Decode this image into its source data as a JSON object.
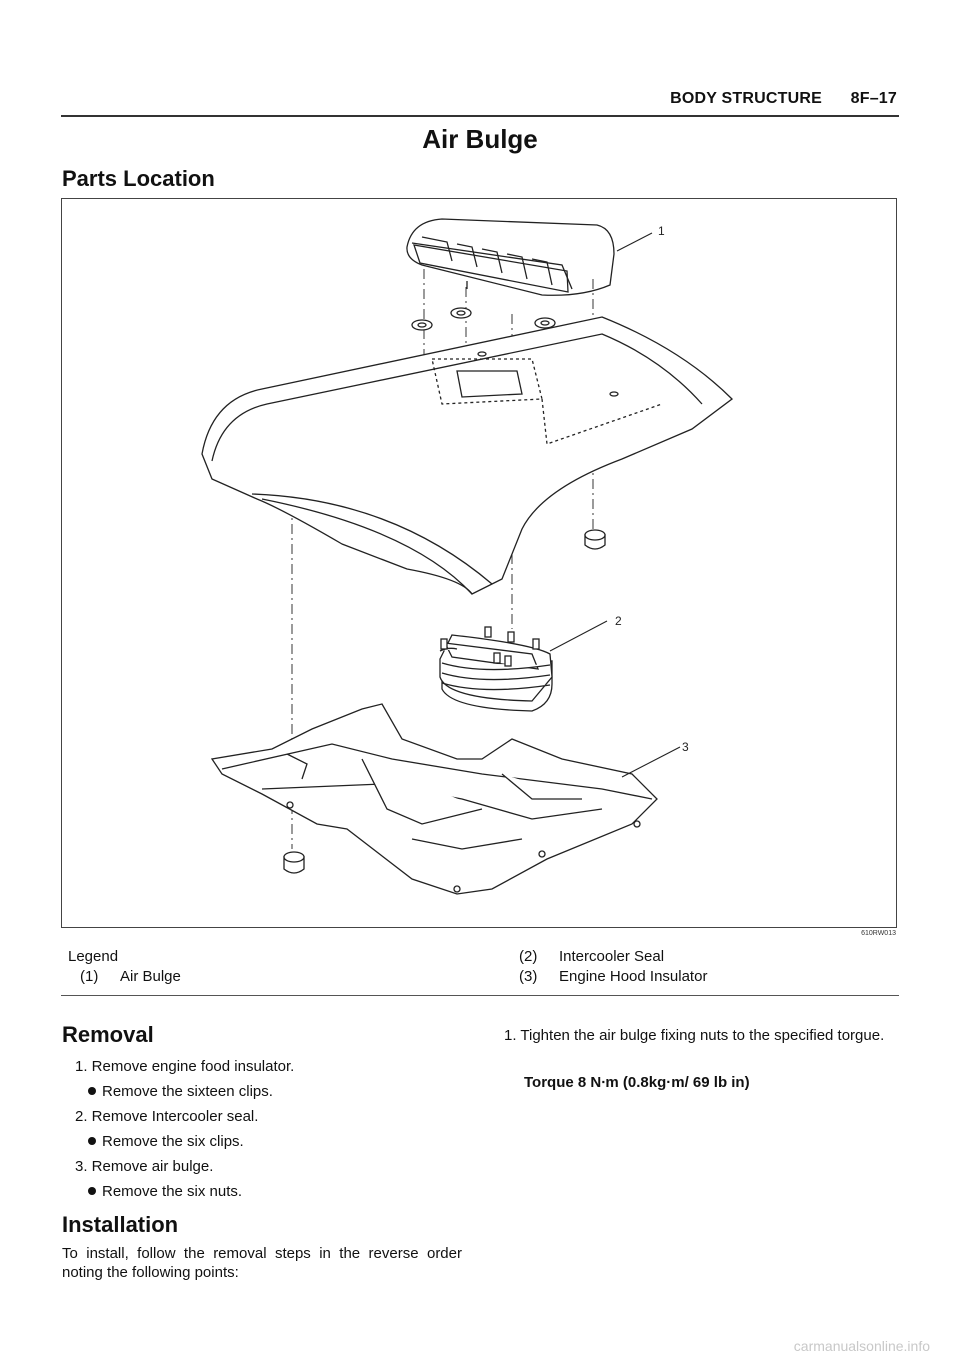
{
  "header": {
    "section": "BODY STRUCTURE",
    "page": "8F–17"
  },
  "title": "Air Bulge",
  "parts_location": "Parts Location",
  "figure": {
    "callouts": [
      "1",
      "2",
      "3"
    ],
    "code": "610RW013"
  },
  "legend": {
    "heading": "Legend",
    "items": [
      {
        "num": "(1)",
        "label": "Air Bulge"
      },
      {
        "num": "(2)",
        "label": "Intercooler Seal"
      },
      {
        "num": "(3)",
        "label": "Engine Hood Insulator"
      }
    ]
  },
  "removal": {
    "heading": "Removal",
    "steps": [
      {
        "text": "1. Remove engine food insulator.",
        "sub": "Remove the sixteen clips."
      },
      {
        "text": "2. Remove Intercooler seal.",
        "sub": "Remove the six clips."
      },
      {
        "text": "3. Remove air bulge.",
        "sub": "Remove the six nuts."
      }
    ]
  },
  "installation": {
    "heading": "Installation",
    "intro": "To install, follow the removal steps in the reverse order noting the following points:",
    "step": "1. Tighten the air bulge  fixing nuts to the specified torgue.",
    "torque": "Torque 8 N∙m (0.8kg·m/ 69 lb in)"
  },
  "watermark": "carmanualsonline.info"
}
